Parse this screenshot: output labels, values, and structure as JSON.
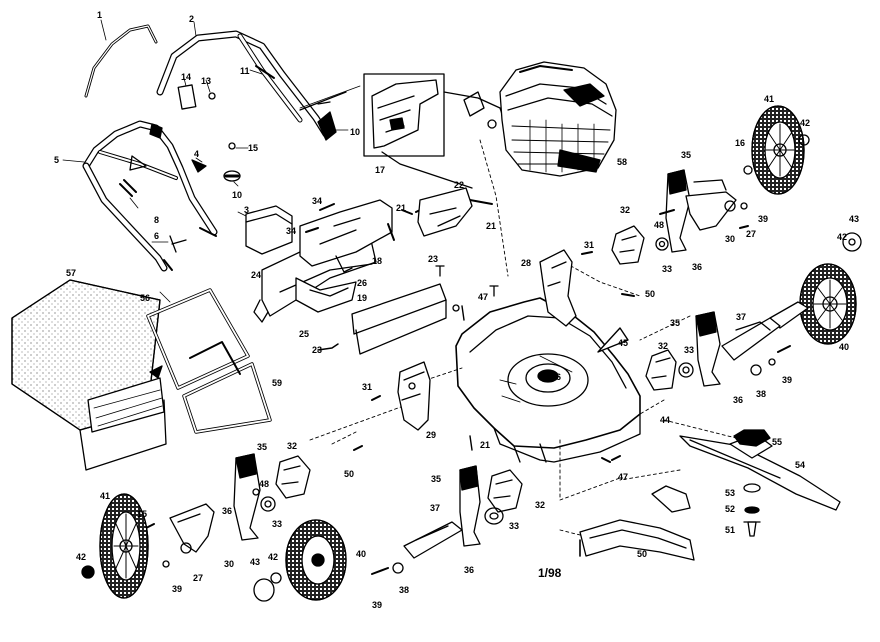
{
  "diagram": {
    "date_code": "1/98",
    "colors": {
      "ink": "#000000",
      "paper": "#ffffff",
      "stipple": "#555555"
    },
    "callouts": [
      {
        "id": "c1",
        "text": "1"
      },
      {
        "id": "c2",
        "text": "2"
      },
      {
        "id": "c3",
        "text": "3"
      },
      {
        "id": "c4",
        "text": "4"
      },
      {
        "id": "c5",
        "text": "5"
      },
      {
        "id": "c6",
        "text": "6"
      },
      {
        "id": "c8",
        "text": "8"
      },
      {
        "id": "c10a",
        "text": "10"
      },
      {
        "id": "c10b",
        "text": "10"
      },
      {
        "id": "c11",
        "text": "11"
      },
      {
        "id": "c13",
        "text": "13"
      },
      {
        "id": "c14",
        "text": "14"
      },
      {
        "id": "c15a",
        "text": "15"
      },
      {
        "id": "c15b",
        "text": "15"
      },
      {
        "id": "c16",
        "text": "16"
      },
      {
        "id": "c17",
        "text": "17"
      },
      {
        "id": "c18",
        "text": "18"
      },
      {
        "id": "c19",
        "text": "19"
      },
      {
        "id": "c21a",
        "text": "21"
      },
      {
        "id": "c21b",
        "text": "21"
      },
      {
        "id": "c21c",
        "text": "21"
      },
      {
        "id": "c22",
        "text": "22"
      },
      {
        "id": "c23a",
        "text": "23"
      },
      {
        "id": "c23b",
        "text": "23"
      },
      {
        "id": "c24",
        "text": "24"
      },
      {
        "id": "c25",
        "text": "25"
      },
      {
        "id": "c26",
        "text": "26"
      },
      {
        "id": "c27a",
        "text": "27"
      },
      {
        "id": "c27b",
        "text": "27"
      },
      {
        "id": "c28",
        "text": "28"
      },
      {
        "id": "c29",
        "text": "29"
      },
      {
        "id": "c30a",
        "text": "30"
      },
      {
        "id": "c30b",
        "text": "30"
      },
      {
        "id": "c31a",
        "text": "31"
      },
      {
        "id": "c31b",
        "text": "31"
      },
      {
        "id": "c32a",
        "text": "32"
      },
      {
        "id": "c32b",
        "text": "32"
      },
      {
        "id": "c32c",
        "text": "32"
      },
      {
        "id": "c32d",
        "text": "32"
      },
      {
        "id": "c33a",
        "text": "33"
      },
      {
        "id": "c33b",
        "text": "33"
      },
      {
        "id": "c33c",
        "text": "33"
      },
      {
        "id": "c33d",
        "text": "33"
      },
      {
        "id": "c34a",
        "text": "34"
      },
      {
        "id": "c34b",
        "text": "34"
      },
      {
        "id": "c35a",
        "text": "35"
      },
      {
        "id": "c35b",
        "text": "35"
      },
      {
        "id": "c35c",
        "text": "35"
      },
      {
        "id": "c35d",
        "text": "35"
      },
      {
        "id": "c36a",
        "text": "36"
      },
      {
        "id": "c36b",
        "text": "36"
      },
      {
        "id": "c36c",
        "text": "36"
      },
      {
        "id": "c36d",
        "text": "36"
      },
      {
        "id": "c37a",
        "text": "37"
      },
      {
        "id": "c37b",
        "text": "37"
      },
      {
        "id": "c38a",
        "text": "38"
      },
      {
        "id": "c38b",
        "text": "38"
      },
      {
        "id": "c39a",
        "text": "39"
      },
      {
        "id": "c39b",
        "text": "39"
      },
      {
        "id": "c39c",
        "text": "39"
      },
      {
        "id": "c39d",
        "text": "39"
      },
      {
        "id": "c40a",
        "text": "40"
      },
      {
        "id": "c40b",
        "text": "40"
      },
      {
        "id": "c41a",
        "text": "41"
      },
      {
        "id": "c41b",
        "text": "41"
      },
      {
        "id": "c42a",
        "text": "42"
      },
      {
        "id": "c42b",
        "text": "42"
      },
      {
        "id": "c42c",
        "text": "42"
      },
      {
        "id": "c42d",
        "text": "42"
      },
      {
        "id": "c43a",
        "text": "43"
      },
      {
        "id": "c43b",
        "text": "43"
      },
      {
        "id": "c44",
        "text": "44"
      },
      {
        "id": "c45",
        "text": "45"
      },
      {
        "id": "c46",
        "text": "46"
      },
      {
        "id": "c47a",
        "text": "47"
      },
      {
        "id": "c47b",
        "text": "47"
      },
      {
        "id": "c48a",
        "text": "48"
      },
      {
        "id": "c48b",
        "text": "48"
      },
      {
        "id": "c50a",
        "text": "50"
      },
      {
        "id": "c50b",
        "text": "50"
      },
      {
        "id": "c50c",
        "text": "50"
      },
      {
        "id": "c51",
        "text": "51"
      },
      {
        "id": "c52",
        "text": "52"
      },
      {
        "id": "c53",
        "text": "53"
      },
      {
        "id": "c54",
        "text": "54"
      },
      {
        "id": "c55",
        "text": "55"
      },
      {
        "id": "c56",
        "text": "56"
      },
      {
        "id": "c57",
        "text": "57"
      },
      {
        "id": "c58",
        "text": "58"
      },
      {
        "id": "c59",
        "text": "59"
      }
    ]
  }
}
